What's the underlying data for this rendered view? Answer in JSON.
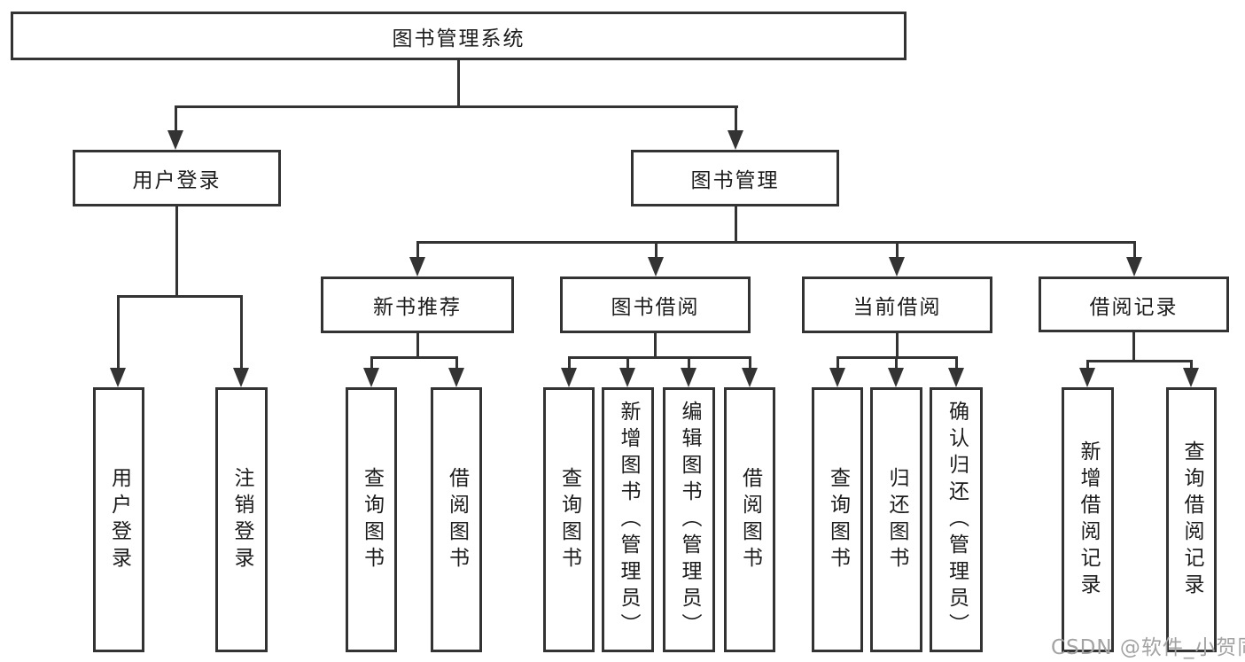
{
  "diagram": {
    "root": {
      "label": "图书管理系统"
    },
    "level2": [
      {
        "label": "用户登录"
      },
      {
        "label": "图书管理"
      }
    ],
    "level3": [
      {
        "label": "新书推荐"
      },
      {
        "label": "图书借阅"
      },
      {
        "label": "当前借阅"
      },
      {
        "label": "借阅记录"
      }
    ],
    "leaves": [
      {
        "label": "用户登录"
      },
      {
        "label": "注销登录"
      },
      {
        "label": "查询图书"
      },
      {
        "label": "借阅图书"
      },
      {
        "label": "查询图书"
      },
      {
        "label": "新增图书（管理员）"
      },
      {
        "label": "编辑图书（管理员）"
      },
      {
        "label": "借阅图书"
      },
      {
        "label": "查询图书"
      },
      {
        "label": "归还图书"
      },
      {
        "label": "确认归还（管理员）"
      },
      {
        "label": "新增借阅记录"
      },
      {
        "label": "查询借阅记录"
      }
    ]
  },
  "watermark": {
    "text": "CSDN @软件_小贺同学"
  },
  "colors": {
    "line": "#333333",
    "text": "#1c1c1c",
    "watermark": "#a3a3a3",
    "background": "#ffffff"
  }
}
